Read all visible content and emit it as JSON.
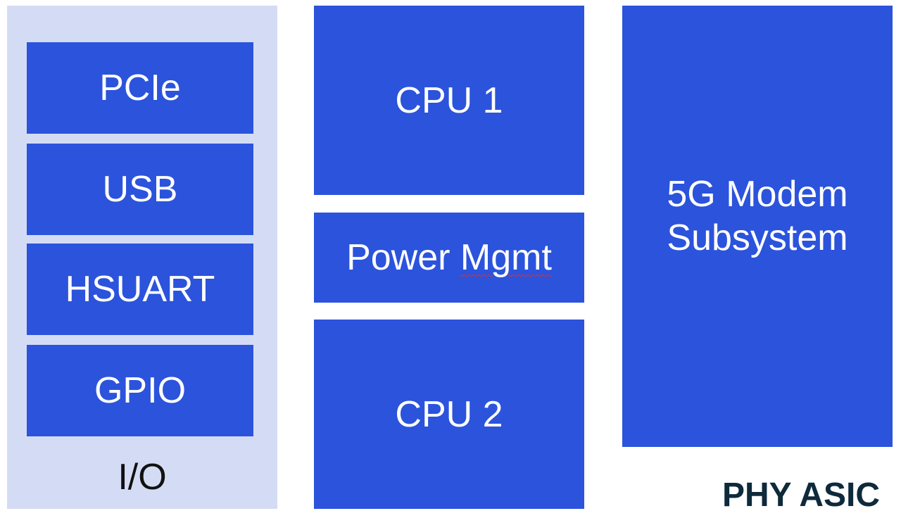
{
  "io_group": {
    "label": "I/O",
    "blocks": [
      "PCIe",
      "USB",
      "HSUART",
      "GPIO"
    ]
  },
  "center": {
    "cpu1": "CPU 1",
    "power_prefix": "Power",
    "power_suffix": "Mgmt",
    "cpu2": "CPU 2"
  },
  "modem": {
    "line1": "5G Modem",
    "line2": "Subsystem"
  },
  "phy_label": "PHY ASIC",
  "colors": {
    "block_fill": "#2b53dc",
    "io_background": "#d4dcf5",
    "label_text": "#0e2a3b"
  }
}
